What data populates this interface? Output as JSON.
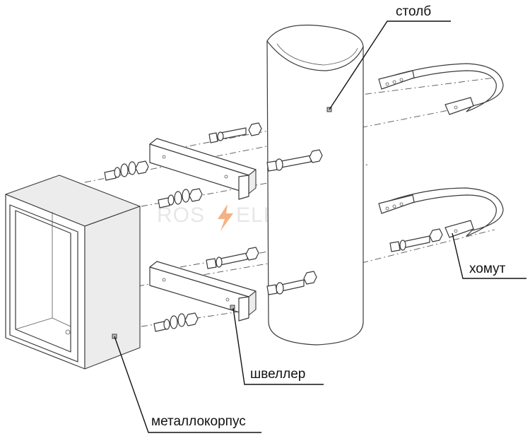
{
  "watermark": {
    "left": "ROS",
    "right": "ELECTRIC",
    "bolt_color": "#f4b183"
  },
  "labels": {
    "pole": "столб",
    "clamp": "хомут",
    "channel": "швеллер",
    "enclosure": "металлокорпус"
  }
}
